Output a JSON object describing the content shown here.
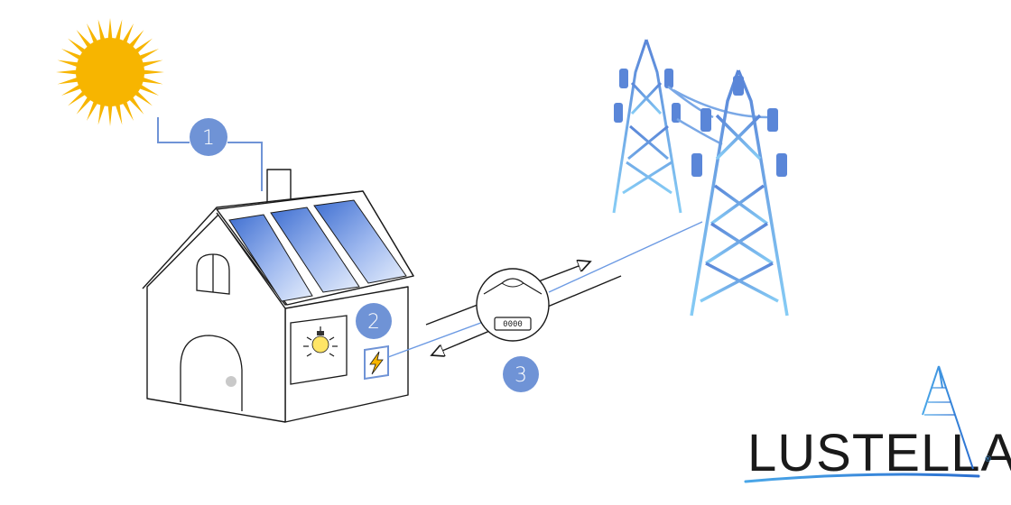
{
  "colors": {
    "accent": "#6f93d6",
    "sun": "#f7b500",
    "panel_dark": "#3f6fd1",
    "panel_light": "#dbe6fb",
    "tower_light": "#7dc3f3",
    "tower_dark": "#5a86d8",
    "line": "#6c9ae3",
    "stroke": "#1a1a1a"
  },
  "badges": [
    {
      "id": "solar",
      "label": "1"
    },
    {
      "id": "house",
      "label": "2"
    },
    {
      "id": "meter",
      "label": "3"
    }
  ],
  "meter": {
    "display": "0000"
  },
  "icons": {
    "bulb": "light-bulb-icon",
    "bolt": "lightning-bolt-icon"
  },
  "logo": {
    "text": "LUSTELLA",
    "registered": "®"
  }
}
